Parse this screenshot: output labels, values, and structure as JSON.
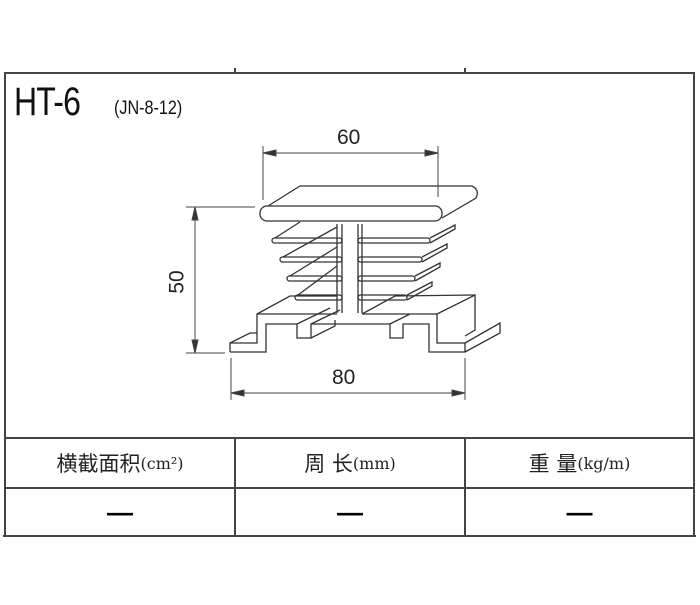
{
  "title": "HT-6",
  "subtitle": "(JN-8-12)",
  "dimensions": {
    "width_top": "60",
    "height": "50",
    "width_base": "80"
  },
  "table": {
    "headers": [
      {
        "label": "横截面积",
        "unit": "(cm²)"
      },
      {
        "label": "周 长",
        "unit": "(mm)"
      },
      {
        "label": "重 量",
        "unit": "(kg/m)"
      }
    ],
    "values": [
      "—",
      "—",
      "—"
    ]
  }
}
